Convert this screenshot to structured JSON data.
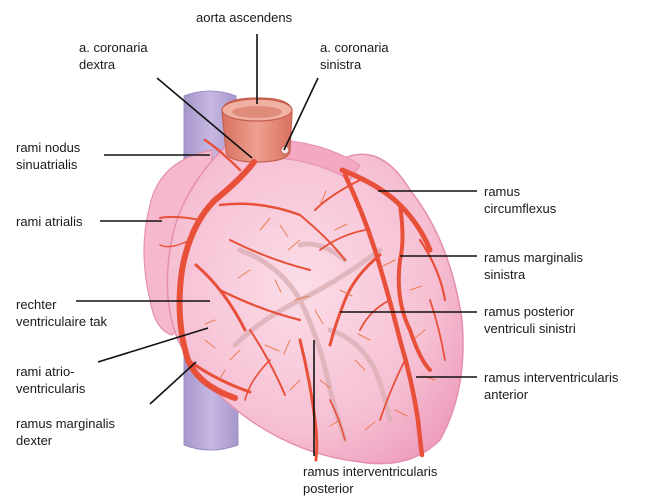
{
  "labels": {
    "aorta_ascendens": "aorta ascendens",
    "a_coronaria_dextra": "a. coronaria\ndextra",
    "a_coronaria_sinistra": "a. coronaria\nsinistra",
    "rami_nodus_sinuatrialis": "rami nodus\nsinuatrialis",
    "rami_atrialis": "rami atrialis",
    "rechter_ventriculaire_tak": "rechter\nventriculaire tak",
    "rami_atrioventricularis": "rami atrio-\nventricularis",
    "ramus_marginalis_dexter": "ramus marginalis\ndexter",
    "ramus_circumflexus": "ramus\ncircumflexus",
    "ramus_marginalis_sinistra": "ramus marginalis\nsinistra",
    "ramus_posterior_ventriculi_sinistri": "ramus posterior\nventriculi sinistri",
    "ramus_interventricularis_anterior": "ramus interventricularis\nanterior",
    "ramus_interventricularis_posterior": "ramus interventricularis\nposterior"
  },
  "colors": {
    "heart_fill": "#f6bfd3",
    "heart_outline": "#e58fb0",
    "artery": "#e8503a",
    "vein_shadow": "#dca7a7",
    "vena_cava": "#b8a8d8",
    "aorta": "#e6897a",
    "leader_line": "#111111"
  }
}
